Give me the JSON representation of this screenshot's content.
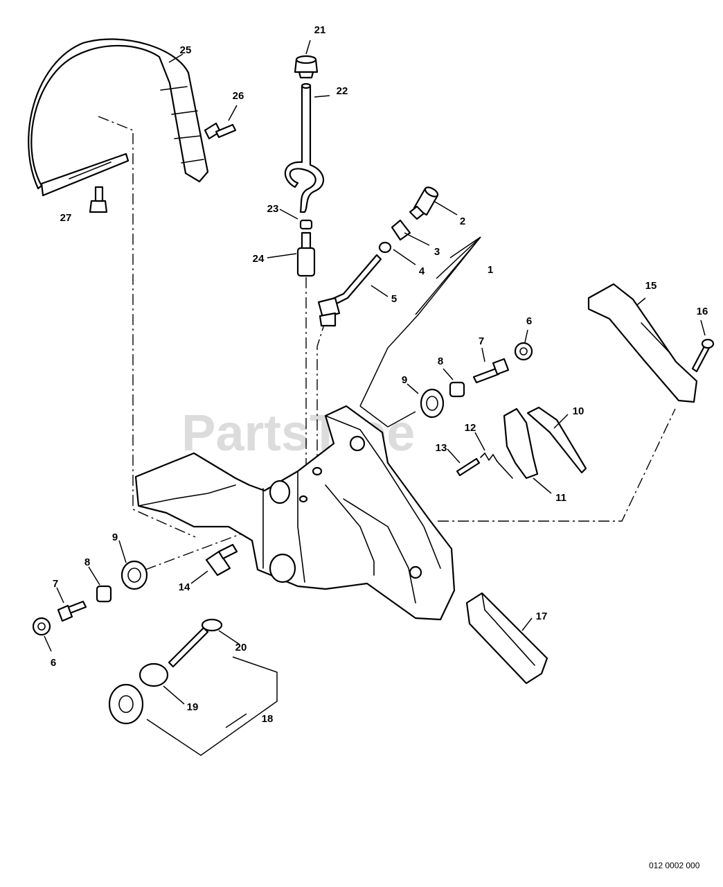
{
  "watermark": "PartsTree",
  "diagram_code": "012 0002 000",
  "callouts": {
    "c1": "1",
    "c2": "2",
    "c3": "3",
    "c4": "4",
    "c5": "5",
    "c6a": "6",
    "c6b": "6",
    "c7a": "7",
    "c7b": "7",
    "c8a": "8",
    "c8b": "8",
    "c9a": "9",
    "c9b": "9",
    "c10": "10",
    "c11": "11",
    "c12": "12",
    "c13": "13",
    "c14": "14",
    "c15": "15",
    "c16": "16",
    "c17": "17",
    "c18": "18",
    "c19": "19",
    "c20": "20",
    "c21": "21",
    "c22": "22",
    "c23": "23",
    "c24": "24",
    "c25": "25",
    "c26": "26",
    "c27": "27"
  }
}
